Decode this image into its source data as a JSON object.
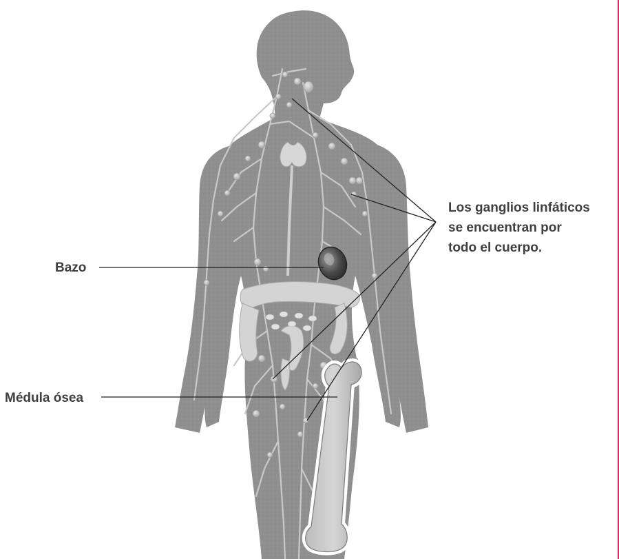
{
  "labels": {
    "spleen": "Bazo",
    "bone_marrow": "Médula ósea",
    "lymph_nodes": [
      "Los ganglios linfáticos",
      "se encuentran por",
      "todo el cuerpo."
    ]
  },
  "colors": {
    "body": "#8e8e8e",
    "text": "#3f3f3f",
    "accent_border": "#e0245e",
    "leader_line": "#222222"
  }
}
